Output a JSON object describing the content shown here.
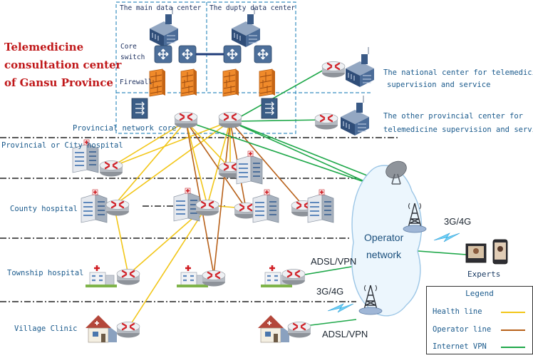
{
  "title": "Telemedicine consultation center of Gansu Province",
  "title_lines": [
    "Telemedicine",
    "consultation center",
    "of Gansu Province"
  ],
  "data_centers": {
    "main": "The main data center",
    "dupty": "The dupty data center"
  },
  "labels": {
    "core_switch_1": "Core",
    "core_switch_2": "switch",
    "firewall": "Firewall",
    "provincial_core": "Provincial network core",
    "national_center_1": "The national center for telemedicine",
    "national_center_2": "supervision and service",
    "other_center_1": "The other provincial center for",
    "other_center_2": "telemedicine supervision and service",
    "provincial_hospital": "Provincial or City hospital",
    "county_hospital": "County hospital",
    "township_hospital": "Township hospital",
    "village_clinic": "Village Clinic",
    "operator_1": "Operator",
    "operator_2": "network",
    "wireless_top": "3G/4G",
    "wireless_bottom": "3G/4G",
    "adsl_top": "ADSL/VPN",
    "adsl_bottom": "ADSL/VPN",
    "experts": "Experts"
  },
  "legend": {
    "title": "Legend",
    "items": [
      {
        "label": "Health line",
        "color": "#f2c618"
      },
      {
        "label": "Operator line",
        "color": "#b8611a"
      },
      {
        "label": "Internet VPN",
        "color": "#1fa84a"
      }
    ]
  },
  "colors": {
    "health_line": "#f2c618",
    "operator_line": "#b8611a",
    "vpn_line": "#1fa84a",
    "title_red": "#c0181a",
    "label_blue": "#1a5a8c",
    "boundary_dash": "#3a8fc0",
    "tier_dash": "#222222"
  },
  "icons": [
    "router-icon",
    "core-switch-icon",
    "firewall-icon",
    "load-balancer-icon",
    "server-building-icon",
    "hospital-icon",
    "clinic-house-icon",
    "satellite-dish-icon",
    "cell-tower-icon",
    "video-phone-icon",
    "lightning-icon",
    "cloud-icon"
  ]
}
